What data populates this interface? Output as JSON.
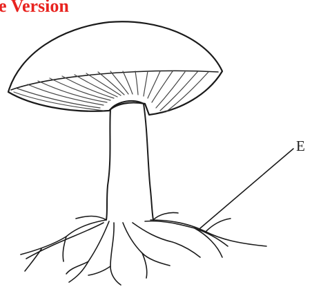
{
  "watermark": {
    "text": "e Version",
    "color": "#e8231f"
  },
  "diagram": {
    "subject": "mushroom",
    "label_e": "E",
    "ink_color": "#1a1a1a",
    "parts": [
      "cap",
      "gills",
      "stalk",
      "hyphae"
    ]
  }
}
